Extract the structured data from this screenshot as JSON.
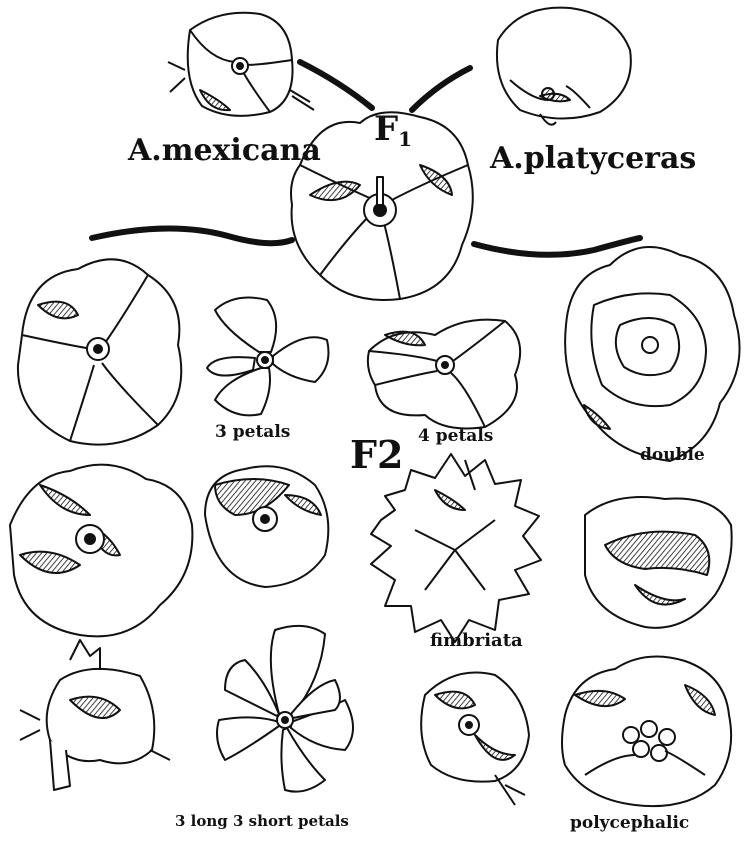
{
  "labels": {
    "parent_left": "A.mexicana",
    "parent_right": "A.platyceras",
    "f1": "F",
    "f1_sub": "1",
    "f2": "F2",
    "three_petals": "3 petals",
    "four_petals": "4 petals",
    "double": "double",
    "fimbriata": "fimbriata",
    "long_short": "3 long 3 short petals",
    "polycephalic": "polycephalic"
  },
  "colors": {
    "ink": "#111111",
    "paper": "#ffffff"
  }
}
